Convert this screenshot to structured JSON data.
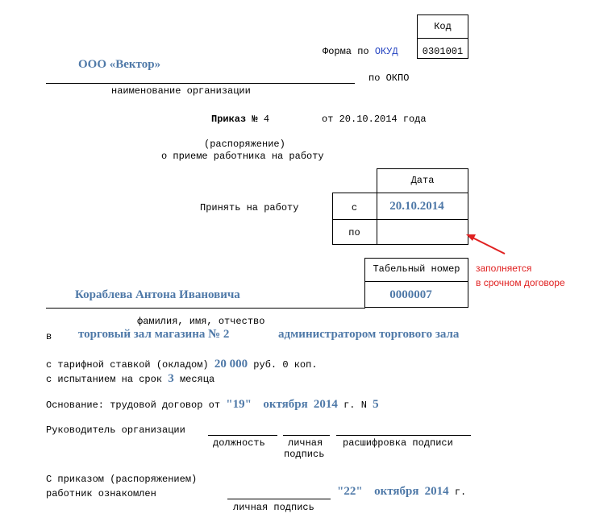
{
  "form": {
    "code_header": "Код",
    "form_label": "Форма по",
    "okud_label": "ОКУД",
    "okud_code": "0301001",
    "okpo_label": "по ОКПО",
    "org_name": "ООО «Вектор»",
    "org_caption": "наименование организации"
  },
  "order": {
    "title": "Приказ",
    "number_label": "№",
    "number": "4",
    "date_prefix": "от",
    "date": "20.10.2014",
    "date_suffix": "года",
    "subtitle1": "(распоряжение)",
    "subtitle2": "о приеме работника на работу"
  },
  "hire": {
    "label": "Принять на работу",
    "date_header": "Дата",
    "from_label": "с",
    "from_date": "20.10.2014",
    "to_label": "по",
    "to_date": ""
  },
  "annotation": {
    "line1": "заполняется",
    "line2": "в срочном договоре"
  },
  "employee": {
    "tab_header": "Табельный номер",
    "tab_number": "0000007",
    "full_name": "Кораблева Антона Ивановича",
    "name_caption": "фамилия, имя, отчество",
    "in_label": "в",
    "department": "торговый зал магазина № 2",
    "position": "администратором торгового зала"
  },
  "pay": {
    "rate_label": "с тарифной ставкой (окладом)",
    "rate": "20 000",
    "rate_rub": "руб.",
    "kop": "0",
    "kop_label": "коп.",
    "probation_label": "с испытанием на срок",
    "probation": "3",
    "probation_unit": "месяца"
  },
  "basis": {
    "label": "Основание: трудовой договор от",
    "day": "\"19\"",
    "month": "октября",
    "year": "2014",
    "year_suffix": "г. N",
    "number": "5"
  },
  "signatures": {
    "head_label": "Руководитель организации",
    "position_caption": "должность",
    "signature_caption": "личная",
    "signature_caption2": "подпись",
    "decode_caption": "расшифровка подписи",
    "ack_line1": "С приказом (распоряжением)",
    "ack_line2": "работник ознакомлен",
    "ack_day": "\"22\"",
    "ack_month": "октября",
    "ack_year": "2014",
    "ack_suffix": "г.",
    "personal_signature": "личная подпись"
  }
}
